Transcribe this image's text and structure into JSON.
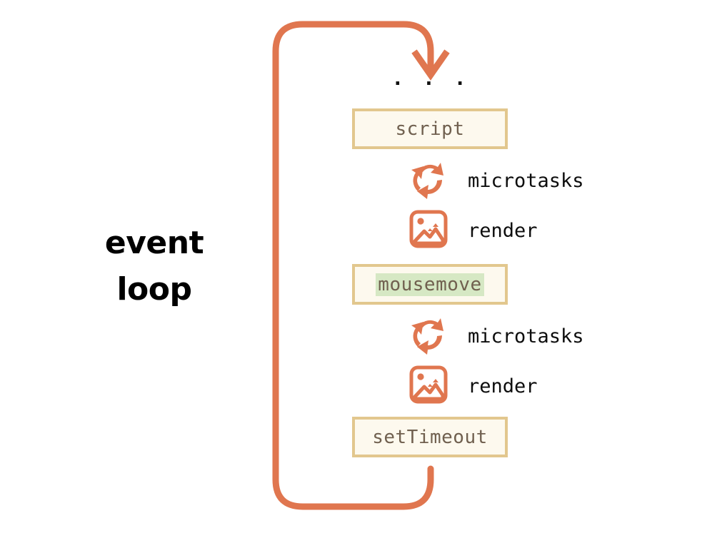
{
  "diagram": {
    "title_label": "event\nloop",
    "ellipsis": "· · ·",
    "colors": {
      "arrow_orange": "#e0764f",
      "box_border_tan": "#e2c78e",
      "box_fill_cream": "#fdf9ee",
      "box_text_brown": "#70604f",
      "highlight_green": "#d6e8c4",
      "label_black": "#0d0d0d",
      "background": "#ffffff"
    },
    "sequence": [
      {
        "kind": "box",
        "label": "script",
        "highlighted": false,
        "icon": null
      },
      {
        "kind": "phase",
        "label": "microtasks",
        "highlighted": false,
        "icon": "microtasks-cycle-icon"
      },
      {
        "kind": "phase",
        "label": "render",
        "highlighted": false,
        "icon": "render-image-icon"
      },
      {
        "kind": "box",
        "label": "mousemove",
        "highlighted": true,
        "icon": null
      },
      {
        "kind": "phase",
        "label": "microtasks",
        "highlighted": false,
        "icon": "microtasks-cycle-icon"
      },
      {
        "kind": "phase",
        "label": "render",
        "highlighted": false,
        "icon": "render-image-icon"
      },
      {
        "kind": "box",
        "label": "setTimeout",
        "highlighted": false,
        "icon": null
      }
    ],
    "boxes": {
      "script": "script",
      "mousemove": "mousemove",
      "settimeout": "setTimeout"
    },
    "phases": {
      "microtasks_1": "microtasks",
      "render_1": "render",
      "microtasks_2": "microtasks",
      "render_2": "render"
    }
  }
}
